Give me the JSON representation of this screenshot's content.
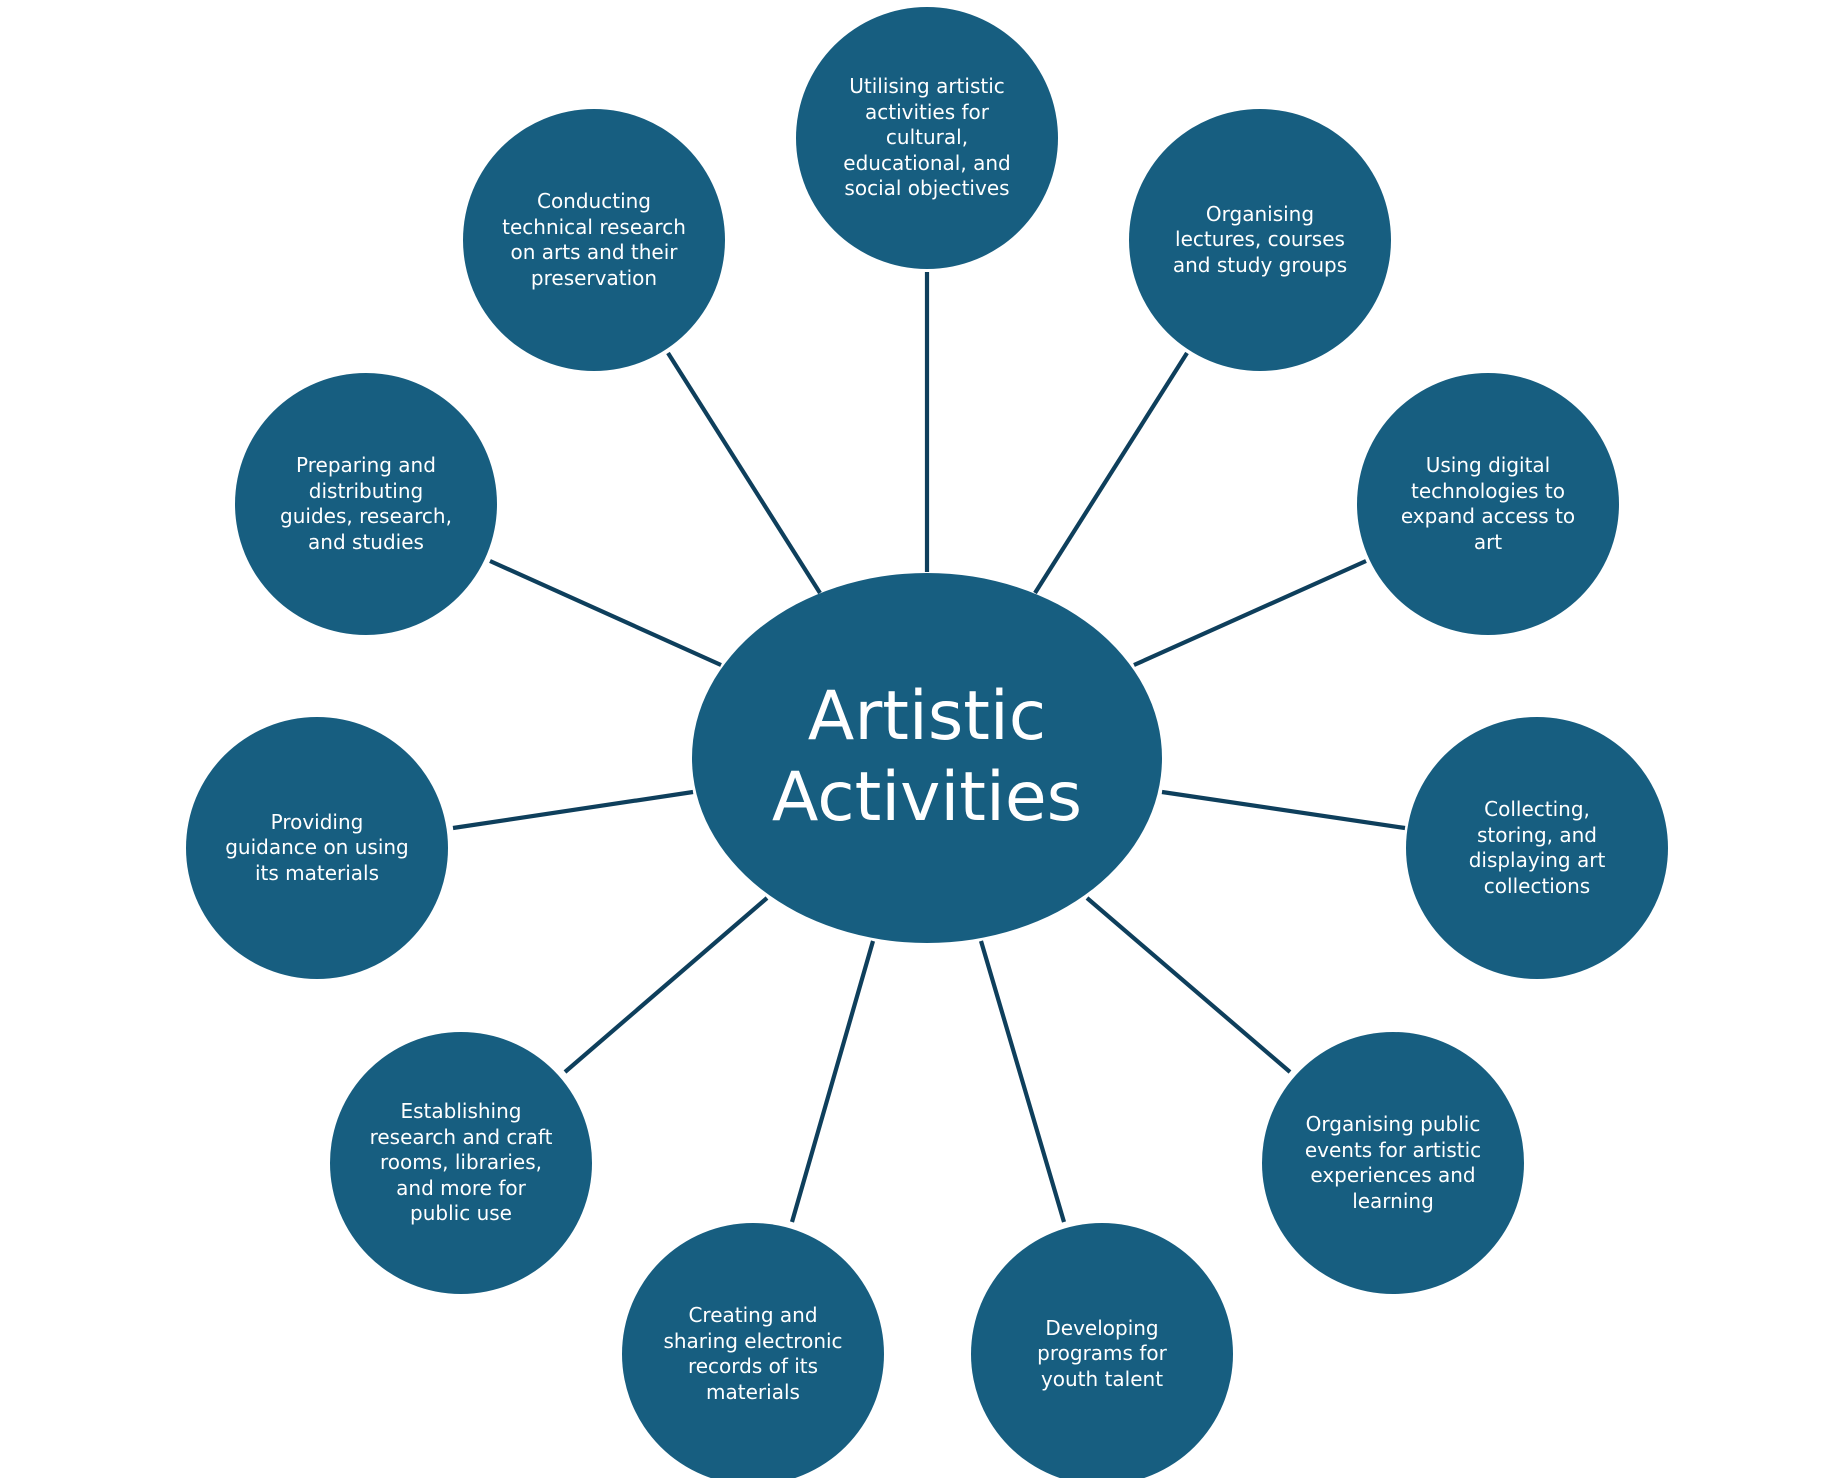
{
  "colors": {
    "node_fill": "#175e80",
    "connector": "#0e3f5c",
    "background": "#ffffff",
    "text": "#ffffff"
  },
  "hub": {
    "label": "Artistic\nActivities"
  },
  "nodes": [
    {
      "id": "utilising",
      "label": "Utilising artistic\nactivities  for\ncultural,\neducational, and\nsocial objectives"
    },
    {
      "id": "organising-lectures",
      "label": "Organising\nlectures, courses\nand study groups"
    },
    {
      "id": "digital-technologies",
      "label": "Using digital\ntechnologies to\nexpand access to\nart"
    },
    {
      "id": "collecting",
      "label": "Collecting,\nstoring, and\ndisplaying art\ncollections"
    },
    {
      "id": "public-events",
      "label": "Organising public\nevents for artistic\nexperiences and\nlearning"
    },
    {
      "id": "youth-talent",
      "label": "Developing\nprograms for\nyouth talent"
    },
    {
      "id": "electronic-records",
      "label": "Creating and\nsharing electronic\nrecords of its\nmaterials"
    },
    {
      "id": "craft-rooms",
      "label": "Establishing\nresearch and craft\nrooms, libraries,\nand more for\npublic use"
    },
    {
      "id": "guidance",
      "label": "Providing\nguidance on using\nits materials"
    },
    {
      "id": "guides",
      "label": "Preparing and\ndistributing\nguides, research,\nand studies"
    },
    {
      "id": "technical-research",
      "label": "Conducting\ntechnical research\non arts and their\npreservation"
    }
  ]
}
